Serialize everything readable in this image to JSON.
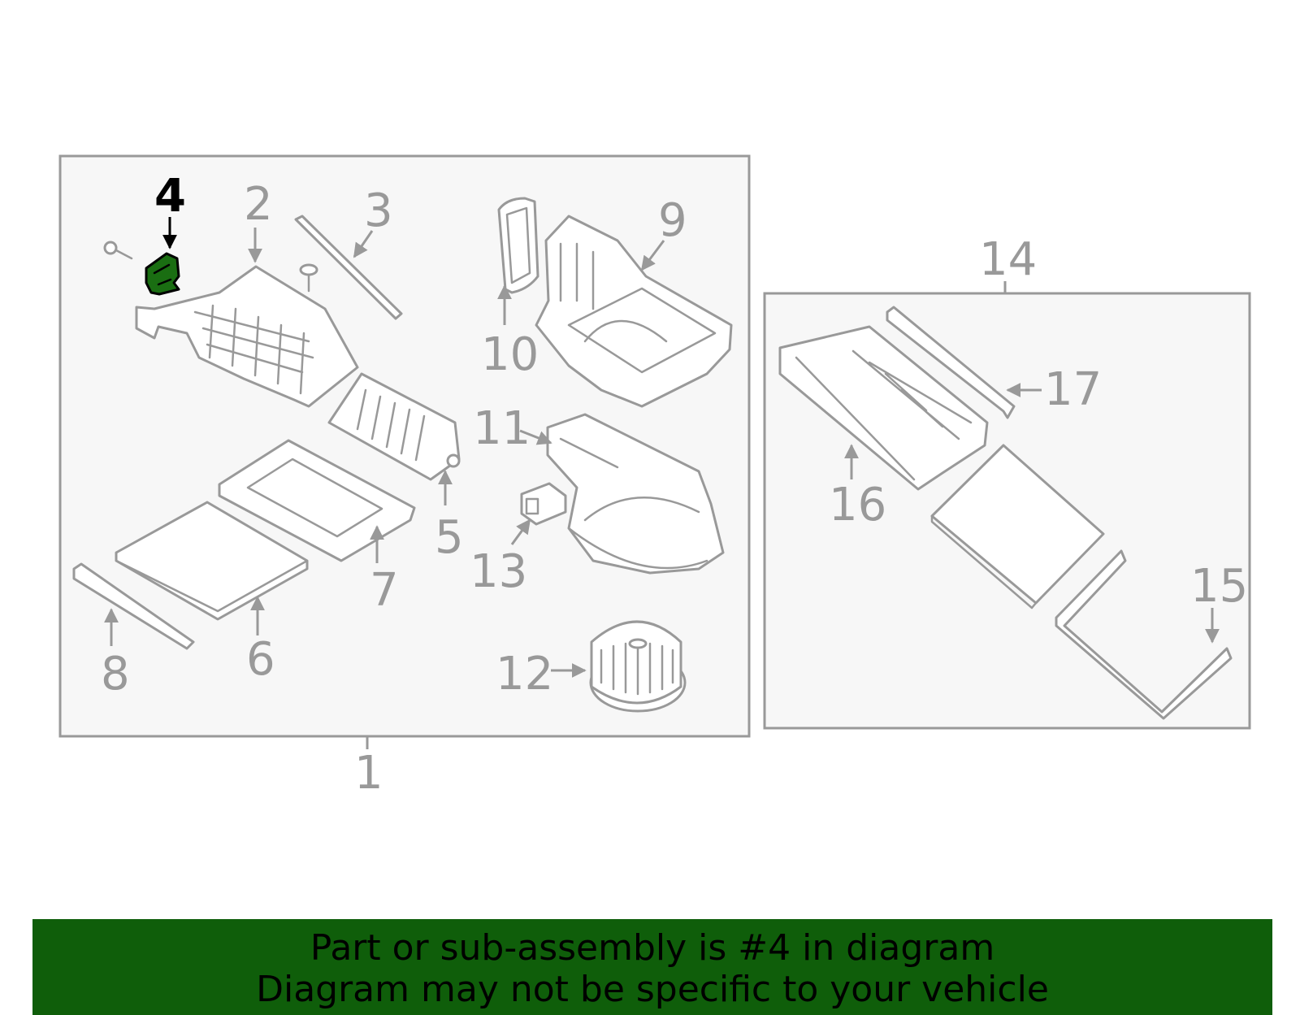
{
  "diagram": {
    "highlight_color": "#1a6e12",
    "callouts": {
      "c1": "1",
      "c2": "2",
      "c3": "3",
      "c4": "4",
      "c5": "5",
      "c6": "6",
      "c7": "7",
      "c8": "8",
      "c9": "9",
      "c10": "10",
      "c11": "11",
      "c12": "12",
      "c13": "13",
      "c14": "14",
      "c15": "15",
      "c16": "16",
      "c17": "17"
    }
  },
  "banner": {
    "line1": "Part or sub-assembly is #4 in diagram",
    "line2": "Diagram may not be specific to your vehicle",
    "background": "#0f5e0a"
  }
}
